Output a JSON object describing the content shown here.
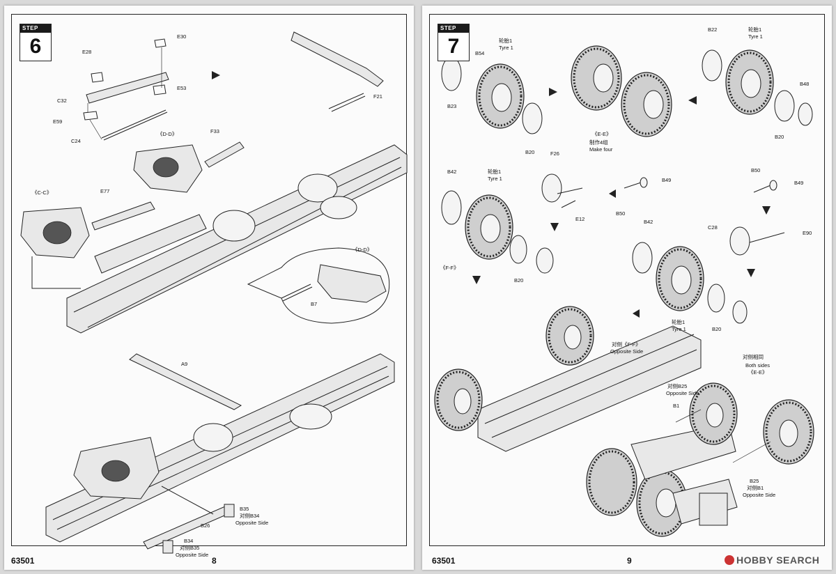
{
  "left_page": {
    "step_tag": "STEP",
    "step_number": "6",
    "page_number": "8",
    "catalog_number": "63501",
    "labels": {
      "e30": "E30",
      "e28": "E28",
      "c32": "C32",
      "e53": "E53",
      "e59": "E59",
      "c24": "C24",
      "dd1": "《D-D》",
      "f33": "F33",
      "f21": "F21",
      "cc": "《C-C》",
      "e77": "E77",
      "dd2": "《D-D》",
      "b7": "B7",
      "a9": "A9",
      "b35": "B35",
      "b34_opp": "对侧B34",
      "opp1": "Opposite Side",
      "b26": "B26",
      "b34": "B34",
      "b35_opp": "对侧B35",
      "opp2": "Opposite Side"
    }
  },
  "right_page": {
    "step_tag": "STEP",
    "step_number": "7",
    "page_number": "9",
    "catalog_number": "63501",
    "labels": {
      "tyre_cn_1": "轮胎1",
      "tyre_en_1": "Tyre 1",
      "b54": "B54",
      "b23": "B23",
      "b20_1": "B20",
      "ee": "《E-E》",
      "make_four_cn": "制作4组",
      "make_four_en": "Make four",
      "b22": "B22",
      "tyre_cn_2": "轮胎1",
      "tyre_en_2": "Tyre 1",
      "b48": "B48",
      "b20_2": "B20",
      "b42": "B42",
      "tyre_cn_3": "轮胎1",
      "tyre_en_3": "Tyre 1",
      "f26": "F26",
      "b49_1": "B49",
      "b50_1": "B50",
      "b49_2": "B49",
      "b50_2": "B50",
      "e12": "E12",
      "ff": "《F-F》",
      "b20_3": "B20",
      "b42_2": "B42",
      "c28": "C28",
      "e90": "E90",
      "tyre_cn_4": "轮胎1",
      "tyre_en_4": "Tyre 1",
      "b20_4": "B20",
      "opp_ff_cn": "对侧《F-F》",
      "opp_ff_en": "Opposite Side",
      "both_cn": "对侧相同",
      "both_en": "Both sides",
      "ee2": "《E-E》",
      "opp_b25_cn": "对侧B25",
      "opp_b25_en": "Opposite Side",
      "b1": "B1",
      "b25": "B25",
      "opp_b1_cn": "对侧B1",
      "opp_b1_en": "Opposite Side"
    }
  },
  "watermark": "HOBBY SEARCH"
}
